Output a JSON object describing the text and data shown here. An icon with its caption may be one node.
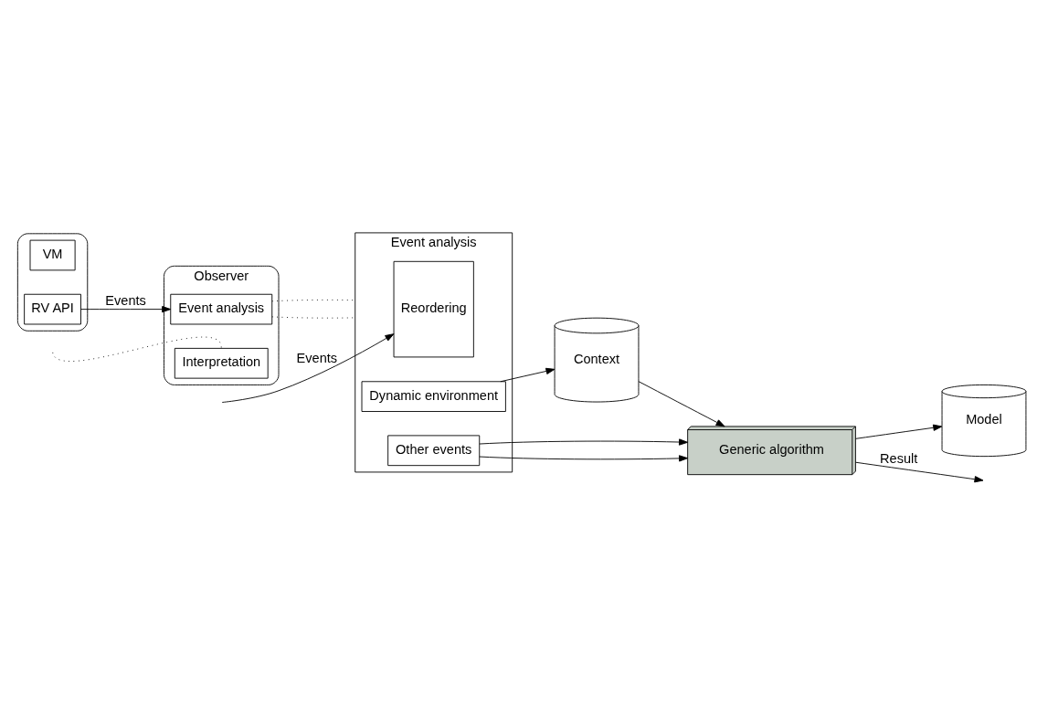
{
  "diagram": {
    "nodes": [
      {
        "text": [],
        "shape": "box"
      },
      {
        "text": [
          "VM"
        ],
        "in": 0
      },
      {
        "text": [
          "RV API"
        ],
        "in": 0
      },
      {
        "text": [
          "Observer"
        ]
      },
      {
        "text": [
          "Event analysis"
        ],
        "in": 3
      },
      {
        "text": [
          "Interpretation"
        ],
        "in": 3
      },
      {
        "text": [
          "Event analysis"
        ]
      },
      {
        "text": [
          "Reordering"
        ],
        "in": 6
      },
      {
        "text": [
          "Dynamic environment"
        ],
        "in": 6
      },
      {
        "text": [
          "Other events"
        ],
        "in": 6
      },
      {
        "text": [
          "Context"
        ]
      },
      {
        "text": [
          "Generic algorithm"
        ]
      },
      {
        "text": [
          "Model"
        ]
      }
    ],
    "edges": [
      {
        "from": 2,
        "to": 4,
        "arrow": "to",
        "label": "Events"
      },
      {
        "from": 4,
        "to": 6,
        "arrow": "none",
        "style": "dashed"
      },
      {
        "from": 4,
        "to": 6,
        "arrow": "none",
        "style": "dashed"
      },
      {
        "from": 5,
        "to": null,
        "arrow": "none",
        "style": "dashed"
      },
      {
        "from": null,
        "to": 7,
        "arrow": "to",
        "label": "Events"
      },
      {
        "from": 8,
        "to": 10,
        "arrow": "to"
      },
      {
        "from": 9,
        "to": 11,
        "arrow": "to"
      },
      {
        "from": 9,
        "to": 11,
        "arrow": "to"
      },
      {
        "from": 10,
        "to": 11,
        "arrow": "to"
      },
      {
        "from": 11,
        "to": null,
        "arrow": "to",
        "label": "Result"
      },
      {
        "from": 11,
        "to": 12,
        "arrow": "to"
      }
    ]
  }
}
